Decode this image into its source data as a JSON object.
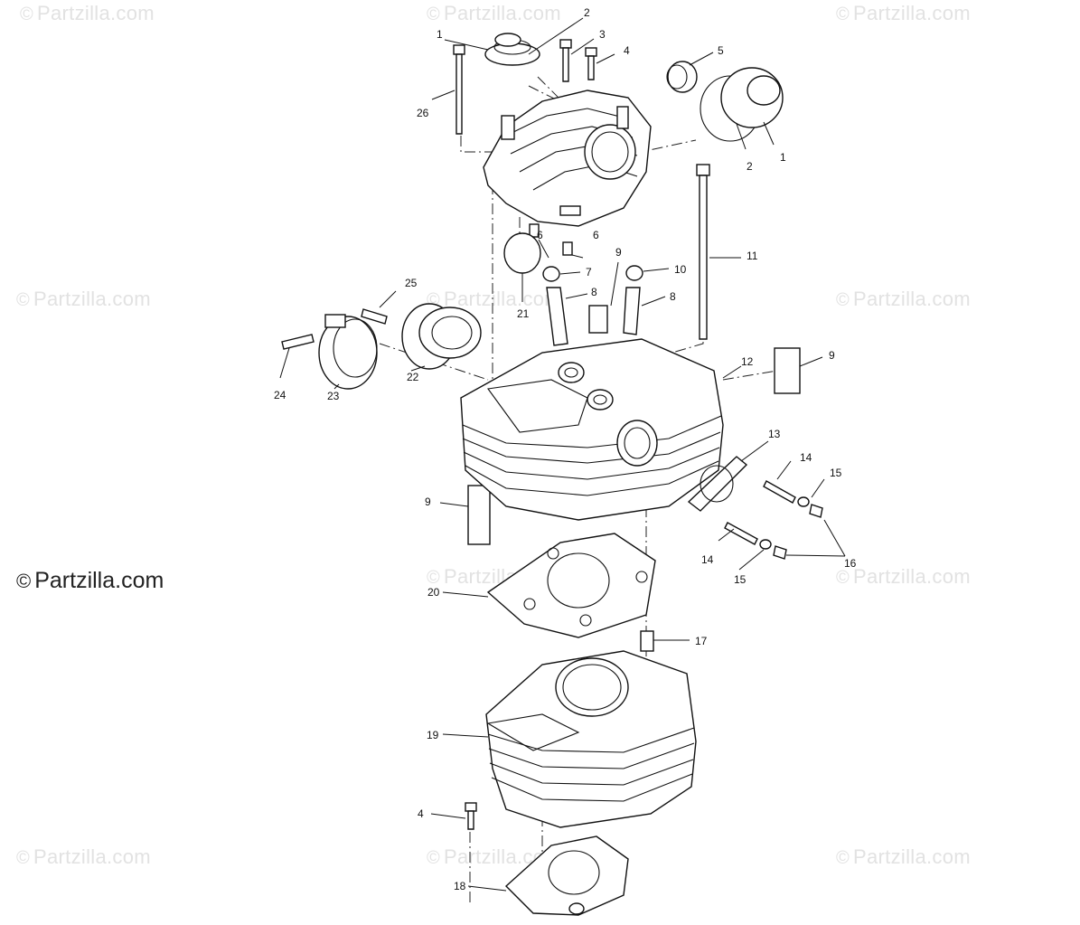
{
  "watermark": "Partzilla.com",
  "watermark_symbol": "©",
  "brand": {
    "symbol": "©",
    "text": "Partzilla.com"
  },
  "callouts": [
    "1",
    "2",
    "3",
    "4",
    "5",
    "1",
    "2",
    "26",
    "11",
    "6",
    "6",
    "9",
    "10",
    "7",
    "8",
    "8",
    "21",
    "25",
    "24",
    "23",
    "22",
    "12",
    "9",
    "13",
    "14",
    "15",
    "9",
    "14",
    "15",
    "16",
    "20",
    "17",
    "19",
    "4",
    "18"
  ]
}
